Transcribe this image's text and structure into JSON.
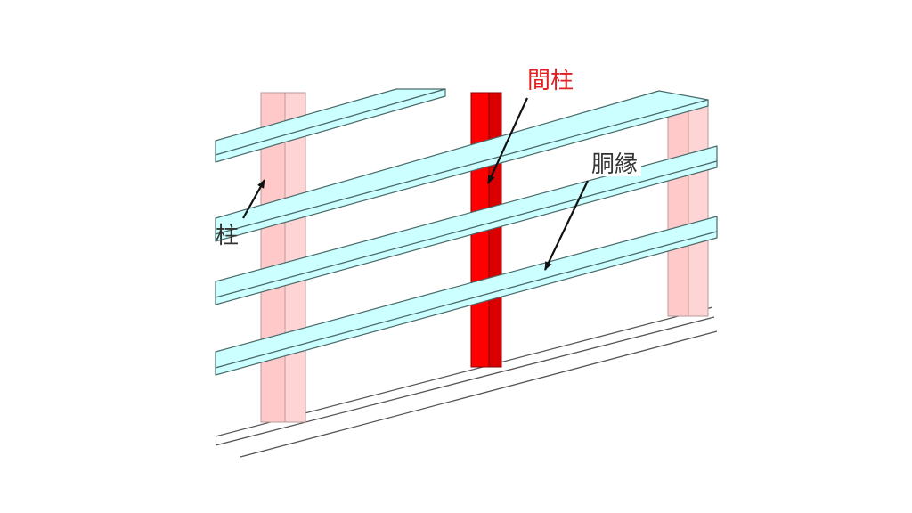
{
  "labels": {
    "stud": "間柱",
    "girt": "胴縁",
    "post": "柱"
  },
  "colors": {
    "post_face": "#ffc9c9",
    "post_edge": "#c9a1a1",
    "stud_face": "#ff0000",
    "stud_dark": "#c40000",
    "girt_face": "#ccffff",
    "stroke": "#333333",
    "stud_label": "#e02020",
    "label": "#333333"
  }
}
